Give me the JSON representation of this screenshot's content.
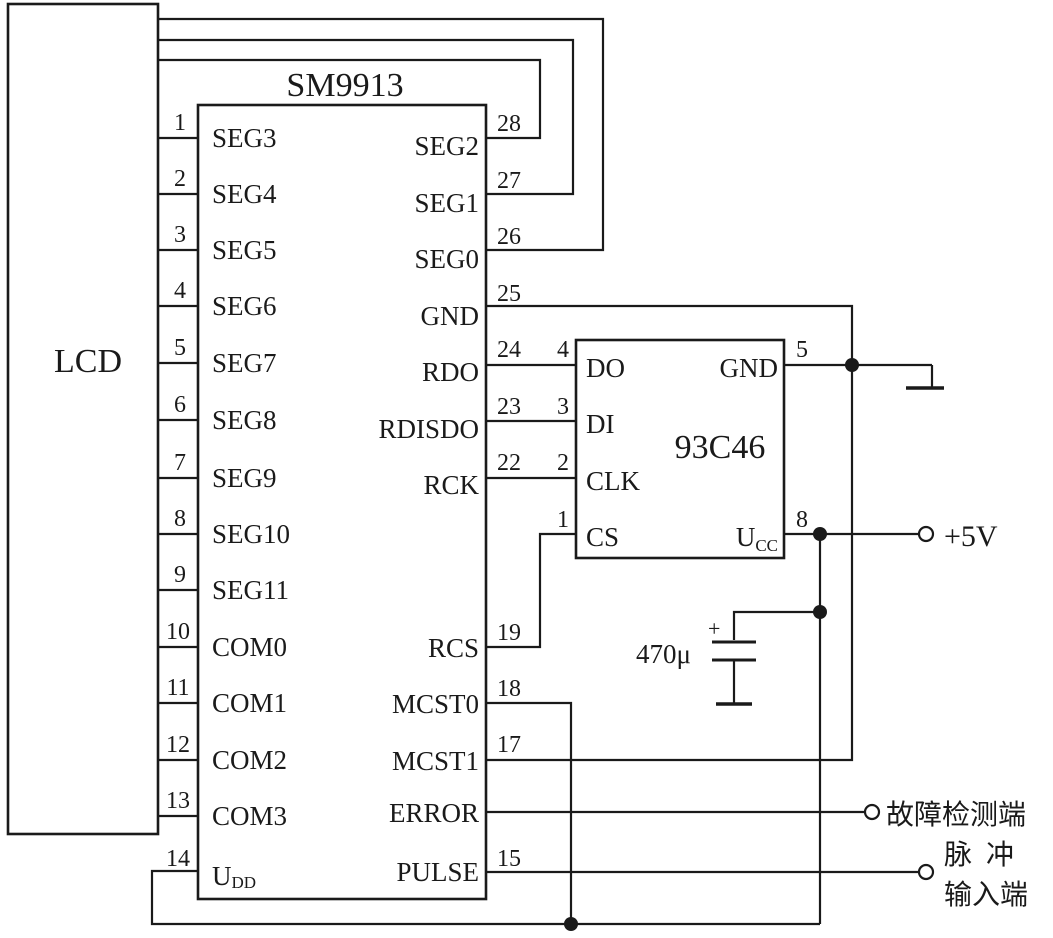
{
  "lcd": {
    "label": "LCD"
  },
  "chip_main": {
    "name": "SM9913",
    "left_pins": [
      {
        "num": "1",
        "label": "SEG3"
      },
      {
        "num": "2",
        "label": "SEG4"
      },
      {
        "num": "3",
        "label": "SEG5"
      },
      {
        "num": "4",
        "label": "SEG6"
      },
      {
        "num": "5",
        "label": "SEG7"
      },
      {
        "num": "6",
        "label": "SEG8"
      },
      {
        "num": "7",
        "label": "SEG9"
      },
      {
        "num": "8",
        "label": "SEG10"
      },
      {
        "num": "9",
        "label": "SEG11"
      },
      {
        "num": "10",
        "label": "COM0"
      },
      {
        "num": "11",
        "label": "COM1"
      },
      {
        "num": "12",
        "label": "COM2"
      },
      {
        "num": "13",
        "label": "COM3"
      },
      {
        "num": "14",
        "label": "U",
        "sub": "DD"
      }
    ],
    "right_pins": [
      {
        "num": "28",
        "label": "SEG2"
      },
      {
        "num": "27",
        "label": "SEG1"
      },
      {
        "num": "26",
        "label": "SEG0"
      },
      {
        "num": "25",
        "label": "GND"
      },
      {
        "num": "24",
        "label": "RDO"
      },
      {
        "num": "23",
        "label": "RDISDO"
      },
      {
        "num": "22",
        "label": "RCK"
      },
      {
        "num": "19",
        "label": "RCS"
      },
      {
        "num": "18",
        "label": "MCST0"
      },
      {
        "num": "17",
        "label": "MCST1"
      },
      {
        "num": "",
        "label": "ERROR"
      },
      {
        "num": "15",
        "label": "PULSE"
      }
    ]
  },
  "chip_eeprom": {
    "name": "93C46",
    "left_pins": [
      {
        "num": "4",
        "label": "DO"
      },
      {
        "num": "3",
        "label": "DI"
      },
      {
        "num": "2",
        "label": "CLK"
      },
      {
        "num": "1",
        "label": "CS"
      }
    ],
    "right_pins": [
      {
        "num": "5",
        "label": "GND"
      },
      {
        "num": "8",
        "label": "U",
        "sub": "CC"
      }
    ]
  },
  "capacitor": {
    "label": "470μ",
    "polarity": "+"
  },
  "supply": {
    "label": "+5V"
  },
  "terminals": {
    "error": "故障检测端",
    "pulse_line1": "脉  冲",
    "pulse_line2": "输入端"
  }
}
